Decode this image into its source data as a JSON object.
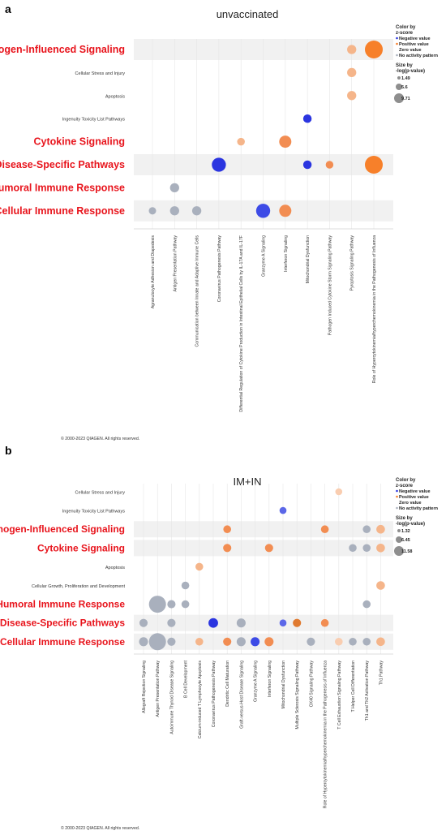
{
  "chart_data": [
    {
      "type": "scatter",
      "panel_label": "a",
      "title": "unvaccinated",
      "rows": [
        {
          "label": "Pathogen-Influenced Signaling",
          "highlight": true,
          "shaded": true
        },
        {
          "label": "Cellular Stress and Injury",
          "highlight": false,
          "shaded": false
        },
        {
          "label": "Apoptosis",
          "highlight": false,
          "shaded": false
        },
        {
          "label": "Ingenuity Toxicity List Pathways",
          "highlight": false,
          "shaded": false
        },
        {
          "label": "Cytokine Signaling",
          "highlight": true,
          "shaded": false
        },
        {
          "label": "Disease-Specific Pathways",
          "highlight": true,
          "shaded": true
        },
        {
          "label": "Humoral Immune Response",
          "highlight": true,
          "shaded": false
        },
        {
          "label": "Cellular Immune Response",
          "highlight": true,
          "shaded": true
        }
      ],
      "columns": [
        "Agranulocyte Adhesion and Diapedesis",
        "Antigen Presentation Pathway",
        "Communication between Innate and Adaptive Immune Cells",
        "Coronavirus Pathogenesis Pathway",
        "Differential Regulation of Cytokine Production in Intestinal Epithelial Cells by IL-17A and IL-17F",
        "Granzyme A Signaling",
        "Interferon Signaling",
        "Mitochondrial Dysfunction",
        "Pathogen Induced Cytokine Storm Signaling Pathway",
        "Pyroptosis Signaling Pathway",
        "Role of Hypercytokinemia/hyperchemokinemia in the Pathogenesis of Influenza"
      ],
      "points": [
        {
          "row": 0,
          "col": 9,
          "neglog_p": 2.2,
          "color": "#f5b58a"
        },
        {
          "row": 0,
          "col": 10,
          "neglog_p": 9.71,
          "color": "#f7802a"
        },
        {
          "row": 1,
          "col": 9,
          "neglog_p": 2.2,
          "color": "#f5b58a"
        },
        {
          "row": 2,
          "col": 9,
          "neglog_p": 2.2,
          "color": "#f5b58a"
        },
        {
          "row": 3,
          "col": 7,
          "neglog_p": 1.9,
          "color": "#2b35e0"
        },
        {
          "row": 4,
          "col": 4,
          "neglog_p": 1.6,
          "color": "#f5b58a"
        },
        {
          "row": 4,
          "col": 6,
          "neglog_p": 4.0,
          "color": "#f28d52"
        },
        {
          "row": 5,
          "col": 3,
          "neglog_p": 5.6,
          "color": "#2b35e0"
        },
        {
          "row": 5,
          "col": 7,
          "neglog_p": 1.9,
          "color": "#2b35e0"
        },
        {
          "row": 5,
          "col": 8,
          "neglog_p": 1.6,
          "color": "#f28d52"
        },
        {
          "row": 5,
          "col": 10,
          "neglog_p": 9.71,
          "color": "#f7802a"
        },
        {
          "row": 6,
          "col": 1,
          "neglog_p": 2.2,
          "color": "#a9b0bd"
        },
        {
          "row": 7,
          "col": 0,
          "neglog_p": 1.49,
          "color": "#a9b0bd"
        },
        {
          "row": 7,
          "col": 1,
          "neglog_p": 2.2,
          "color": "#a9b0bd"
        },
        {
          "row": 7,
          "col": 2,
          "neglog_p": 2.2,
          "color": "#a9b0bd"
        },
        {
          "row": 7,
          "col": 5,
          "neglog_p": 5.6,
          "color": "#3d4be6"
        },
        {
          "row": 7,
          "col": 6,
          "neglog_p": 4.0,
          "color": "#f28d52"
        }
      ],
      "legend": {
        "color_title_1": "Color by",
        "color_title_2": "z-score",
        "neg": "Negative value",
        "pos": "Positive value",
        "zero": "Zero value",
        "none": "No activity pattern",
        "size_title_1": "Size by",
        "size_title_2": "-log(p-value)",
        "sizes": [
          "1.49",
          "5.6",
          "9.71"
        ]
      },
      "copyright": "© 2000-2023 QIAGEN. All rights reserved."
    },
    {
      "type": "scatter",
      "panel_label": "b",
      "title": "IM+IN",
      "rows": [
        {
          "label": "Cellular Stress and Injury",
          "highlight": false,
          "shaded": false
        },
        {
          "label": "Ingenuity Toxicity List Pathways",
          "highlight": false,
          "shaded": false
        },
        {
          "label": "Pathogen-Influenced Signaling",
          "highlight": true,
          "shaded": true
        },
        {
          "label": "Cytokine Signaling",
          "highlight": true,
          "shaded": true
        },
        {
          "label": "Apoptosis",
          "highlight": false,
          "shaded": false
        },
        {
          "label": "Cellular Growth, Proliferation and Development",
          "highlight": false,
          "shaded": false
        },
        {
          "label": "Humoral Immune Response",
          "highlight": true,
          "shaded": false
        },
        {
          "label": "Disease-Specific Pathways",
          "highlight": true,
          "shaded": true
        },
        {
          "label": "Cellular Immune Response",
          "highlight": true,
          "shaded": true
        }
      ],
      "columns": [
        "Allograft Rejection Signaling",
        "Antigen Presentation Pathway",
        "Autoimmune Thyroid Disease Signaling",
        "B Cell Development",
        "Calcium-induced T Lymphocyte Apoptosis",
        "Coronavirus Pathogenesis Pathway",
        "Dendritic Cell Maturation",
        "Graft-versus-Host Disease Signaling",
        "Granzyme A Signaling",
        "Interferon Signaling",
        "Mitochondrial Dysfunction",
        "Multiple Sclerosis Signaling Pathway",
        "OX40 Signaling Pathway",
        "Role of Hypercytokinemia/hyperchemokinemia in the Pathogenesis of Influenza",
        "T Cell Exhaustion Signaling Pathway",
        "T Helper Cell Differentiation",
        "Th1 and Th2 Activation Pathway",
        "Th1 Pathway"
      ],
      "points": [
        {
          "row": 0,
          "col": 14,
          "neglog_p": 1.32,
          "color": "#f9cdb0"
        },
        {
          "row": 1,
          "col": 10,
          "neglog_p": 1.32,
          "color": "#5b67e8"
        },
        {
          "row": 2,
          "col": 6,
          "neglog_p": 1.6,
          "color": "#f28d52"
        },
        {
          "row": 2,
          "col": 13,
          "neglog_p": 1.6,
          "color": "#f28d52"
        },
        {
          "row": 2,
          "col": 16,
          "neglog_p": 1.6,
          "color": "#a9b0bd"
        },
        {
          "row": 2,
          "col": 17,
          "neglog_p": 2.0,
          "color": "#f5b58a"
        },
        {
          "row": 3,
          "col": 6,
          "neglog_p": 1.8,
          "color": "#f28d52"
        },
        {
          "row": 3,
          "col": 9,
          "neglog_p": 1.8,
          "color": "#f28d52"
        },
        {
          "row": 3,
          "col": 15,
          "neglog_p": 1.6,
          "color": "#a9b0bd"
        },
        {
          "row": 3,
          "col": 16,
          "neglog_p": 1.6,
          "color": "#a9b0bd"
        },
        {
          "row": 3,
          "col": 17,
          "neglog_p": 2.0,
          "color": "#f5b58a"
        },
        {
          "row": 4,
          "col": 4,
          "neglog_p": 1.6,
          "color": "#f5b58a"
        },
        {
          "row": 5,
          "col": 3,
          "neglog_p": 1.6,
          "color": "#a9b0bd"
        },
        {
          "row": 5,
          "col": 17,
          "neglog_p": 2.0,
          "color": "#f5b58a"
        },
        {
          "row": 6,
          "col": 1,
          "neglog_p": 11.58,
          "color": "#a9b0bd"
        },
        {
          "row": 6,
          "col": 2,
          "neglog_p": 1.8,
          "color": "#a9b0bd"
        },
        {
          "row": 6,
          "col": 3,
          "neglog_p": 1.6,
          "color": "#a9b0bd"
        },
        {
          "row": 6,
          "col": 16,
          "neglog_p": 1.6,
          "color": "#a9b0bd"
        },
        {
          "row": 7,
          "col": 0,
          "neglog_p": 1.8,
          "color": "#a9b0bd"
        },
        {
          "row": 7,
          "col": 2,
          "neglog_p": 1.8,
          "color": "#a9b0bd"
        },
        {
          "row": 7,
          "col": 5,
          "neglog_p": 2.6,
          "color": "#2b35e0"
        },
        {
          "row": 7,
          "col": 7,
          "neglog_p": 2.2,
          "color": "#a9b0bd"
        },
        {
          "row": 7,
          "col": 10,
          "neglog_p": 1.32,
          "color": "#5b67e8"
        },
        {
          "row": 7,
          "col": 11,
          "neglog_p": 1.8,
          "color": "#e07a30"
        },
        {
          "row": 7,
          "col": 13,
          "neglog_p": 1.6,
          "color": "#f28d52"
        },
        {
          "row": 8,
          "col": 0,
          "neglog_p": 2.2,
          "color": "#a9b0bd"
        },
        {
          "row": 8,
          "col": 1,
          "neglog_p": 11.58,
          "color": "#a9b0bd"
        },
        {
          "row": 8,
          "col": 2,
          "neglog_p": 1.8,
          "color": "#a9b0bd"
        },
        {
          "row": 8,
          "col": 4,
          "neglog_p": 1.6,
          "color": "#f5b58a"
        },
        {
          "row": 8,
          "col": 6,
          "neglog_p": 1.8,
          "color": "#f28d52"
        },
        {
          "row": 8,
          "col": 7,
          "neglog_p": 2.2,
          "color": "#a9b0bd"
        },
        {
          "row": 8,
          "col": 8,
          "neglog_p": 2.2,
          "color": "#3d4be6"
        },
        {
          "row": 8,
          "col": 9,
          "neglog_p": 2.2,
          "color": "#f28d52"
        },
        {
          "row": 8,
          "col": 12,
          "neglog_p": 1.8,
          "color": "#a9b0bd"
        },
        {
          "row": 8,
          "col": 14,
          "neglog_p": 1.6,
          "color": "#f9cdb0"
        },
        {
          "row": 8,
          "col": 15,
          "neglog_p": 1.6,
          "color": "#a9b0bd"
        },
        {
          "row": 8,
          "col": 16,
          "neglog_p": 1.6,
          "color": "#a9b0bd"
        },
        {
          "row": 8,
          "col": 17,
          "neglog_p": 2.0,
          "color": "#f5b58a"
        }
      ],
      "legend": {
        "color_title_1": "Color by",
        "color_title_2": "z-score",
        "neg": "Negative value",
        "pos": "Positive value",
        "zero": "Zero value",
        "none": "No activity pattern",
        "size_title_1": "Size by",
        "size_title_2": "-log(p-value)",
        "sizes": [
          "1.32",
          "6.45",
          "11.58"
        ]
      },
      "copyright": "© 2000-2023 QIAGEN. All rights reserved."
    }
  ]
}
